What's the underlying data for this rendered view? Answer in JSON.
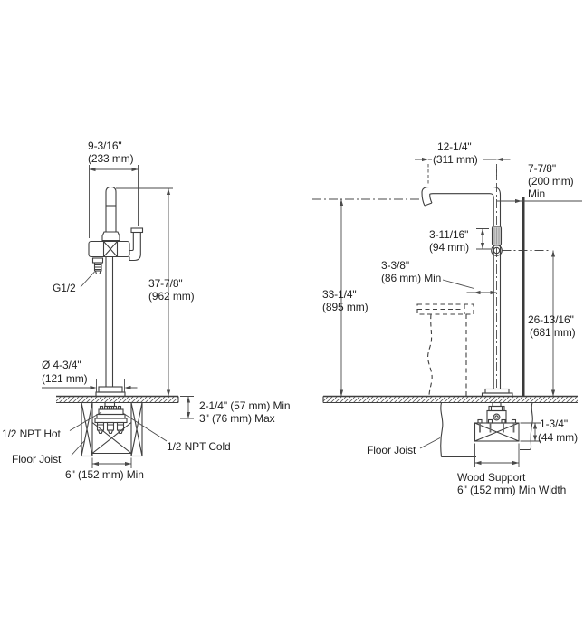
{
  "meta": {
    "description": "Freestanding bath filler faucet installation dimension diagram, two views",
    "background": "#ffffff",
    "line_color": "#3f3f3f",
    "text_color": "#1f1f1f"
  },
  "left_view": {
    "spout_reach": {
      "line1": "9-3/16\"",
      "line2": "(233 mm)"
    },
    "overall_height": {
      "line1": "37-7/8\"",
      "line2": "(962 mm)"
    },
    "handshower_connection": "G1/2",
    "base_diameter": {
      "line1": "Ø 4-3/4\"",
      "line2": "(121 mm)"
    },
    "floor_thickness": {
      "line1": "2-1/4\" (57 mm) Min",
      "line2": "3\" (76 mm) Max"
    },
    "hot_supply": "1/2 NPT Hot",
    "cold_supply": "1/2 NPT Cold",
    "floor_joist": "Floor Joist",
    "support_width": "6\" (152 mm) Min"
  },
  "right_view": {
    "spout_reach": {
      "line1": "12-1/4\"",
      "line2": "(311 mm)"
    },
    "wall_clearance": {
      "line1": "7-7/8\"",
      "line2": "(200 mm)",
      "line3": "Min"
    },
    "handle_length": {
      "line1": "3-11/16\"",
      "line2": "(94 mm)"
    },
    "tub_rim_to_center": {
      "line1": "3-3/8\"",
      "line2": "(86 mm) Min"
    },
    "spout_height": {
      "line1": "33-1/4\"",
      "line2": "(895 mm)"
    },
    "outlet_height": {
      "line1": "26-13/16\"",
      "line2": "(681 mm)"
    },
    "support_thickness": {
      "line1": "1-3/4\"",
      "line2": "(44 mm)"
    },
    "floor_joist": "Floor Joist",
    "wood_support": {
      "line1": "Wood Support",
      "line2": "6\" (152 mm) Min Width"
    }
  }
}
